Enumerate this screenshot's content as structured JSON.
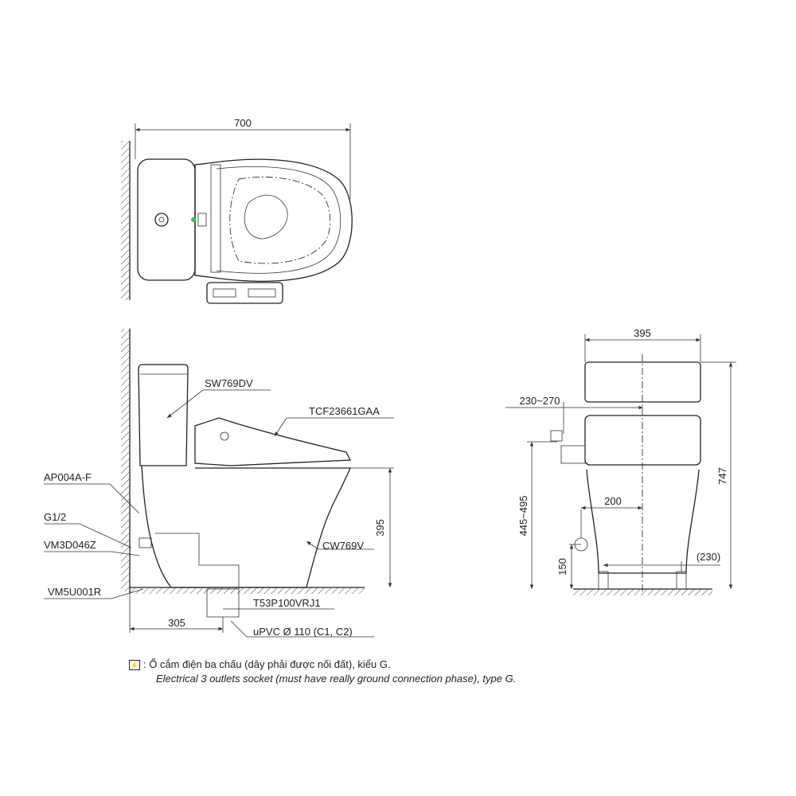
{
  "top_view": {
    "width_dim": "700"
  },
  "side_view": {
    "tank_label": "SW769DV",
    "seat_label": "TCF23661GAA",
    "bowl_label": "CW769V",
    "valve_label": "AP004A-F",
    "thread_label": "G1/2",
    "hose_label": "VM3D046Z",
    "floor_part_label": "VM5U001R",
    "flange_label": "T53P100VRJ1",
    "pipe_label": "uPVC Ø 110 (C1, C2)",
    "height_dim": "395",
    "rough_in_dim": "305"
  },
  "front_view": {
    "width_dim": "395",
    "socket_range_dim": "230~270",
    "socket_height_dim": "445~495",
    "total_height_dim": "747",
    "offset_dim": "200",
    "inlet_height_dim": "150",
    "bolt_spacing_dim": "(230)"
  },
  "legend": {
    "symbol_icon": "power-outlet-icon",
    "vi_text": ": Ổ cắm điện ba chấu (dây phải được nối đất), kiểu G.",
    "en_text": "Electrical 3 outlets socket (must have really ground connection phase), type G."
  }
}
